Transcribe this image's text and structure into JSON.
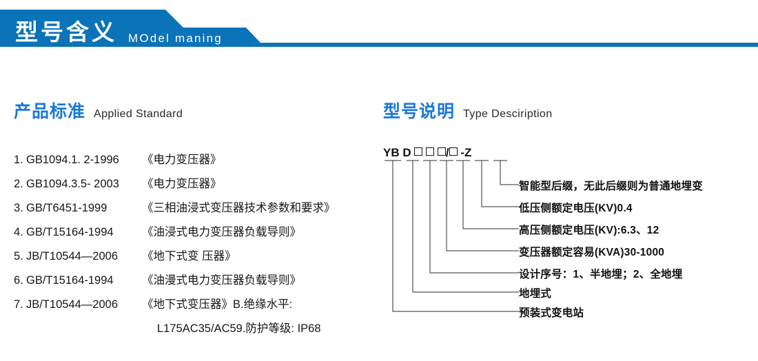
{
  "banner": {
    "title": "型号含义",
    "subtitle": "MOdel maning",
    "color": "#0b73b8"
  },
  "sections": {
    "left": {
      "cn": "产品标准",
      "en": "Applied Standard"
    },
    "right": {
      "cn": "型号说明",
      "en": "Type Desciription"
    },
    "heading_color": "#1879d8"
  },
  "standards": [
    {
      "index": "1.",
      "code": "GB1094.1. 2-1996",
      "title": "《电力变压器》"
    },
    {
      "index": "2.",
      "code": "GB1094.3.5- 2003",
      "title": "《电力变压器》"
    },
    {
      "index": "3.",
      "code": "GB/T6451-1999",
      "title": "《三相油浸式变压器技术参数和要求》"
    },
    {
      "index": "4.",
      "code": "GB/T15164-1994",
      "title": "《油浸式电力变压器负载导则》"
    },
    {
      "index": "5.",
      "code": "JB/T10544—2006",
      "title": "《地下式变 压器》"
    },
    {
      "index": "6.",
      "code": "GB/T15164-1994",
      "title": "《油漫式电力变压器负载导则》"
    },
    {
      "index": "7.",
      "code": "JB/T10544—2006",
      "title": "《地下式变压器》B.绝缘水平:"
    }
  ],
  "standards_continuation": "L175AC35/AC59.防护等级: IP68",
  "model": {
    "code_parts": [
      "YB",
      "D",
      "box",
      "box",
      "box",
      "/",
      "box",
      "-Z"
    ],
    "code_text": "YB D □□□/□ -Z",
    "labels": [
      "智能型后缀，无此后缀则为普通地埋变",
      "低压侧额定电压(KV)0.4",
      "高压侧额定电压(KV):6.3、12",
      "变压器额定容易(KVA)30-1000",
      "设计序号：1、半地埋；2、全地埋",
      "地埋式",
      "预装式变电站"
    ]
  }
}
